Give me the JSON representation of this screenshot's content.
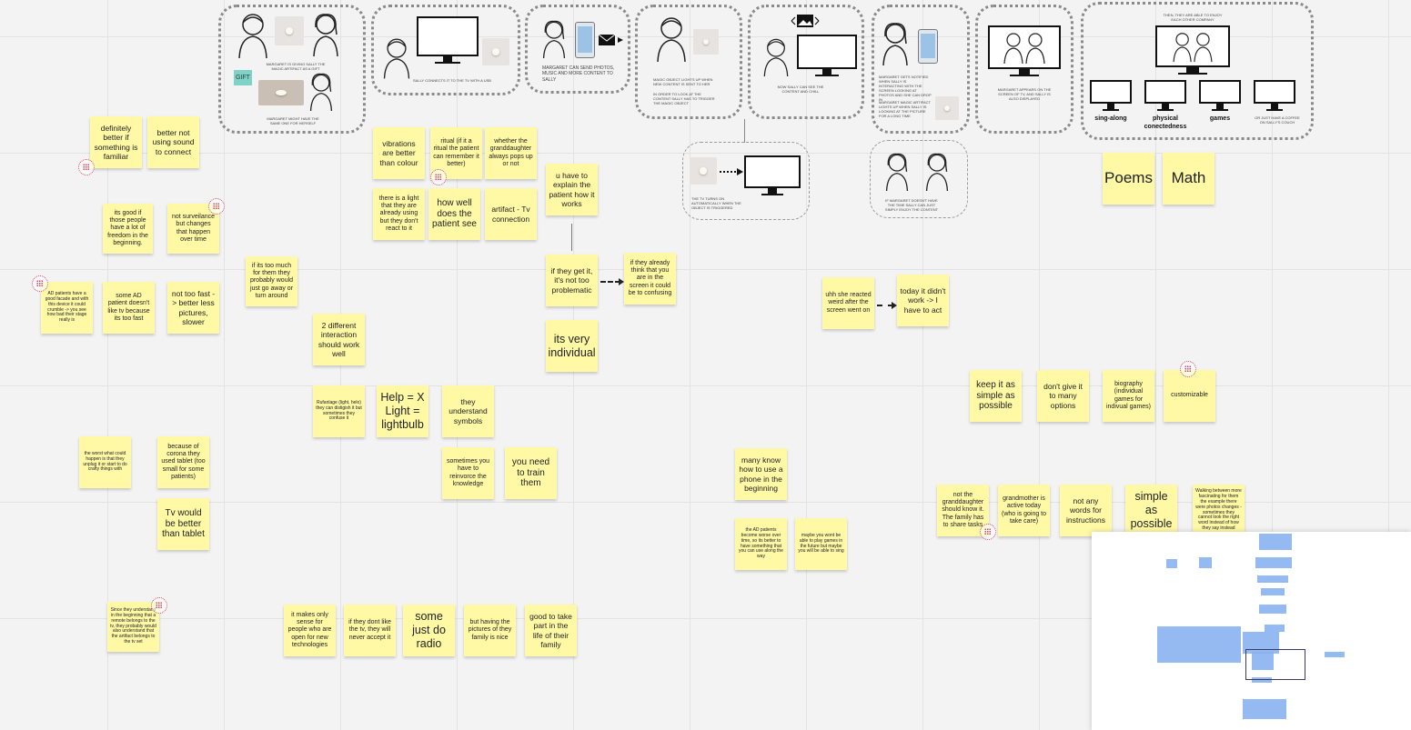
{
  "sticky_notes": [
    {
      "text": "definitely better if something is familiar"
    },
    {
      "text": "better not using sound to connect"
    },
    {
      "text": "its good if those people have a lot of freedom in the beginning."
    },
    {
      "text": "not surveilance but changes that happen over time"
    },
    {
      "text": "AD patients have a good facade and with this device it could crumble -> you see how bad their stage really is"
    },
    {
      "text": "some AD patient doesn't like tv because its too fast"
    },
    {
      "text": "not too fast -> better less pictures, slower"
    },
    {
      "text": "if its too much for them they probably would just go away or turn around"
    },
    {
      "text": "the worst what could happen is that they unplug it or start to do crafty things with"
    },
    {
      "text": "because of corona they used tablet (too small for some patients)"
    },
    {
      "text": "Tv would be better than tablet"
    },
    {
      "text": "Since they understand in the beginning that a remote belongs to the tv, they probably would also understand that the artifact belongs to the tv set"
    },
    {
      "text": "vibrations are better than colour"
    },
    {
      "text": "ritual (if it a ritual the patient can remember it better)"
    },
    {
      "text": "whether the granddaughter always pops up or not"
    },
    {
      "text": "there is a light that they are already using but they don't react to it"
    },
    {
      "text": "how well does the patient see"
    },
    {
      "text": "artifact - Tv connection"
    },
    {
      "text": "u have to explain the patient how it works"
    },
    {
      "text": "if they get it, it's not too problematic"
    },
    {
      "text": "if they already think that you are in the screen it could be to confusing"
    },
    {
      "text": "its very individual"
    },
    {
      "text": "2 different interaction should work well"
    },
    {
      "text": "Rufanlage (light, helo) they can distigish it but sometimes they confuse it"
    },
    {
      "text": "Help = X Light = lightbulb"
    },
    {
      "text": "they understand symbols"
    },
    {
      "text": "sometimes you have to reinvorce the knowledge"
    },
    {
      "text": "you need to train them"
    },
    {
      "text": "it makes only sense for people who are open for new technologies"
    },
    {
      "text": "if they dont like the tv, they will never accept it"
    },
    {
      "text": "some just do radio"
    },
    {
      "text": "but having the pictures of they family is nice"
    },
    {
      "text": "good to take part in the life of their family"
    },
    {
      "text": "many know how to use a phone in the beginning"
    },
    {
      "text": "the AD patients become worse over time, so its better to have something that you can use along the way"
    },
    {
      "text": "maybe you wont be able to play games in the future but maybe you will be able to sing"
    },
    {
      "text": "uhh she reacted weird after the screen went on"
    },
    {
      "text": "today it didn't work -> I have to act"
    },
    {
      "text": "Poems"
    },
    {
      "text": "Math"
    },
    {
      "text": "keep it as simple as possible"
    },
    {
      "text": "don't give it to many options"
    },
    {
      "text": "biography (individual games for indivual games)"
    },
    {
      "text": "customizable"
    },
    {
      "text": "not the granddaughter should know it. The family has to share tasks"
    },
    {
      "text": "grandmother is active today (who is going to take care)"
    },
    {
      "text": "not any words for instructions"
    },
    {
      "text": "simple as possible"
    },
    {
      "text": "Walking between more fascinating for them the example there were photos changes - sometimes they cannot look the right word instead of how they say instead"
    }
  ],
  "storyboard": {
    "gift_tag": "GIFT",
    "captions": [
      "MARGARET IS GIVING SALLY THE MAGIC ARTIFACT AS A GIFT",
      "MARGARET MIGHT HAVE THE SAME ONE FOR HERSELF",
      "SALLY CONNECTS IT TO THE TV WITH A USB",
      "MARGARET CAN SEND PHOTOS, MUSIC AND MORE CONTENT TO SALLY",
      "MAGIC OBJECT LIGHTS UP WHEN NEW CONTENT IS SENT TO HER",
      "IN ORDER TO LOOK AT THE CONTENT SALLY HAS TO TRIGGER THE MAGIC OBJECT",
      "NOW SALLY CAN SEE THE CONTENT AND CHILL",
      "MARGARET GETS NOTIFIED WHEN SALLY IS INTERACTING WITH THE SCREEN LOOKING AT PHOTOS AND SHE CAN DROP IN",
      "MARGARET MAGIC ARTIFACT LIGHTS UP WHEN SALLY IS LOOKING AT THE PICTURE FOR A LONG TIME",
      "MARGARET APPEARS ON THE SCREEN OF TV, AND SALLY IS ALSO DISPLAYED",
      "THEN, THEY ARE ABLE TO ENJOY EACH OTHER COMPANY",
      "THE TV TURNS ON AUTOMATICALLY WHEN THE OBJECT IS TRIGGERED",
      "IF MARGARET DOESN'T HAVE THE TIME SALLY CAN JUST SIMPLY ENJOY THE CONTENT",
      "OR JUST HAVE A COFFEE ON SALLY'S COUCH"
    ],
    "activities": [
      "sing-along",
      "physical conectedness",
      "games"
    ]
  },
  "colors": {
    "sticky": "#fff9a6",
    "canvas": "#f3f3f3",
    "grid": "#e2e2e2",
    "badge": "#d24b6b",
    "gift_tag": "#7fd3c6",
    "minimap_block": "#8ab1ef"
  }
}
